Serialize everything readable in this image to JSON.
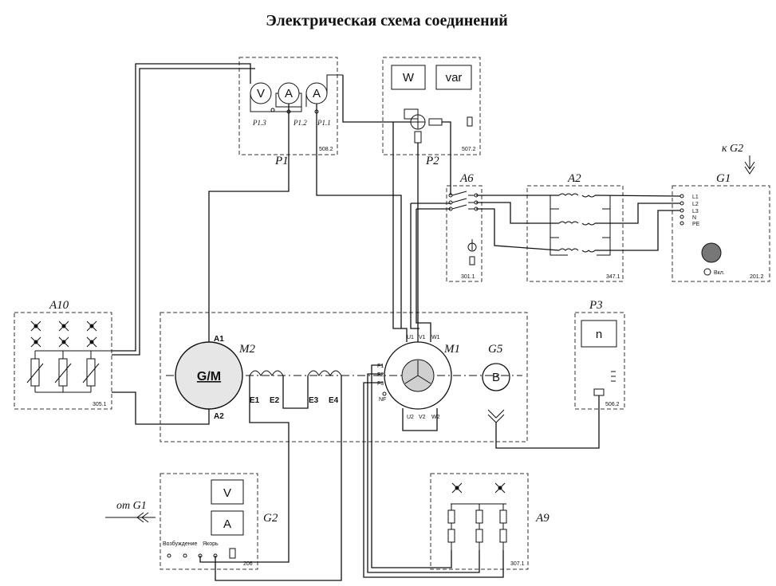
{
  "title": "Электрическая схема соединений",
  "modules": {
    "P1": {
      "label": "P1",
      "code": "508.2",
      "meter_v": "V",
      "meter_a1": "A",
      "meter_a2": "A",
      "ch13": "P1.3",
      "ch12": "P1.2",
      "ch11": "P1.1"
    },
    "P2": {
      "label": "P2",
      "code": "507.2",
      "meter_w": "W",
      "meter_var": "var"
    },
    "A6": {
      "label": "A6",
      "code": "301.1"
    },
    "A2": {
      "label": "A2",
      "code": "347.1"
    },
    "G1": {
      "label": "G1",
      "code": "201.2",
      "terminals": [
        "L1",
        "L2",
        "L3",
        "N",
        "PE"
      ],
      "power_label": "Вкл.",
      "from_label": "к G2"
    },
    "A10": {
      "label": "A10",
      "code": "305.1"
    },
    "M2": {
      "label": "M2",
      "symbol": "G/M",
      "a1": "A1",
      "a2": "A2",
      "e1": "E1",
      "e2": "E2",
      "e3": "E3",
      "e4": "E4"
    },
    "M1": {
      "label": "M1",
      "u1": "U1",
      "v1": "V1",
      "w1": "W1",
      "u2": "U2",
      "v2": "V2",
      "w2": "W2",
      "f1": "F1",
      "f2": "F2",
      "f3": "F3",
      "nf": "NF"
    },
    "G5": {
      "label": "G5",
      "symbol": "B"
    },
    "P3": {
      "label": "P3",
      "code": "506.2",
      "symbol": "n"
    },
    "G2": {
      "label": "G2",
      "code": "206",
      "meter_v": "V",
      "meter_a": "A",
      "excitation": "Возбуждение",
      "armature": "Якорь",
      "from_label": "от G1"
    },
    "A9": {
      "label": "A9",
      "code": "307.1"
    }
  }
}
